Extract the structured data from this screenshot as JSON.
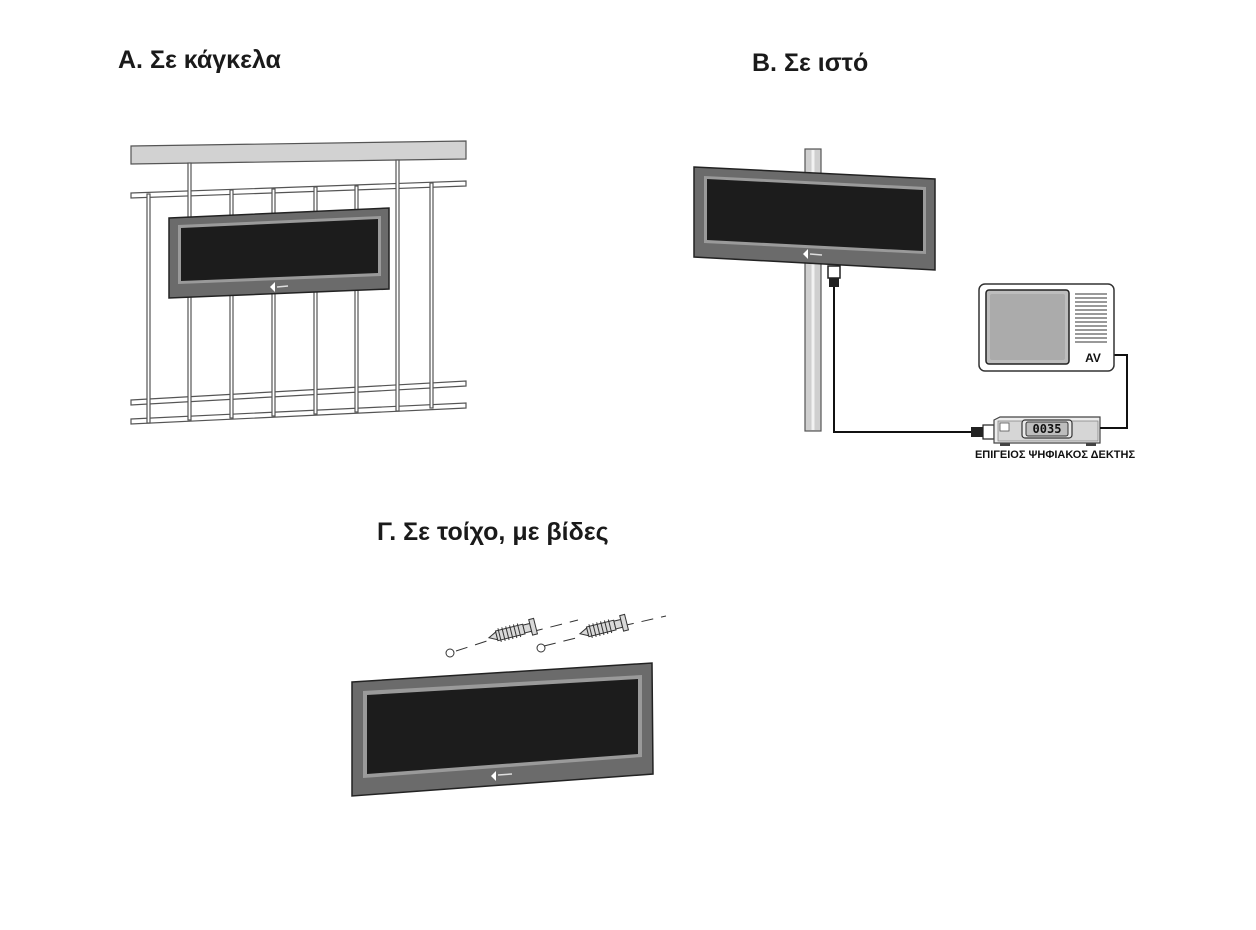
{
  "headings": {
    "a": "Α. Σε κάγκελα",
    "b": "Β. Σε ιστό",
    "c": "Γ. Σε τοίχο, με βίδες"
  },
  "receiver": {
    "label": "ΕΠΙΓΕΙΟΣ ΨΗΦΙΑΚΟΣ ΔΕΚΤΗΣ",
    "display": "0035"
  },
  "tv": {
    "input_label": "AV"
  },
  "colors": {
    "antenna_frame": "#6b6b6b",
    "antenna_panel": "#1c1c1c",
    "line": "#555555",
    "cable": "#111111"
  }
}
